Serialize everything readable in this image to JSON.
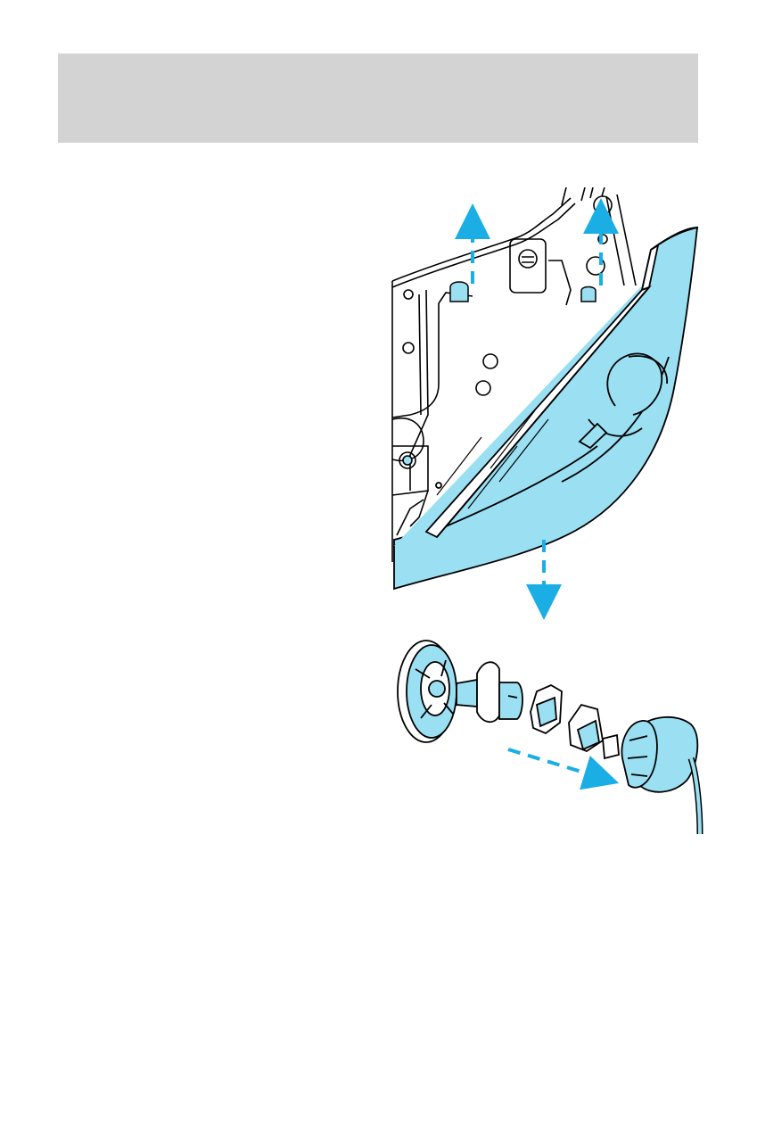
{
  "page": {
    "header_band_color": "#d3d3d3",
    "background_color": "#ffffff"
  },
  "illustration": {
    "highlight_color": "#9adff2",
    "arrow_color": "#1aaee5",
    "line_color": "#000000",
    "parts": [
      "headlamp-assembly",
      "mounting-pins",
      "bulb-socket-cover",
      "bulb",
      "retaining-ring",
      "bulb-connector",
      "wiring-harness-connector"
    ]
  }
}
